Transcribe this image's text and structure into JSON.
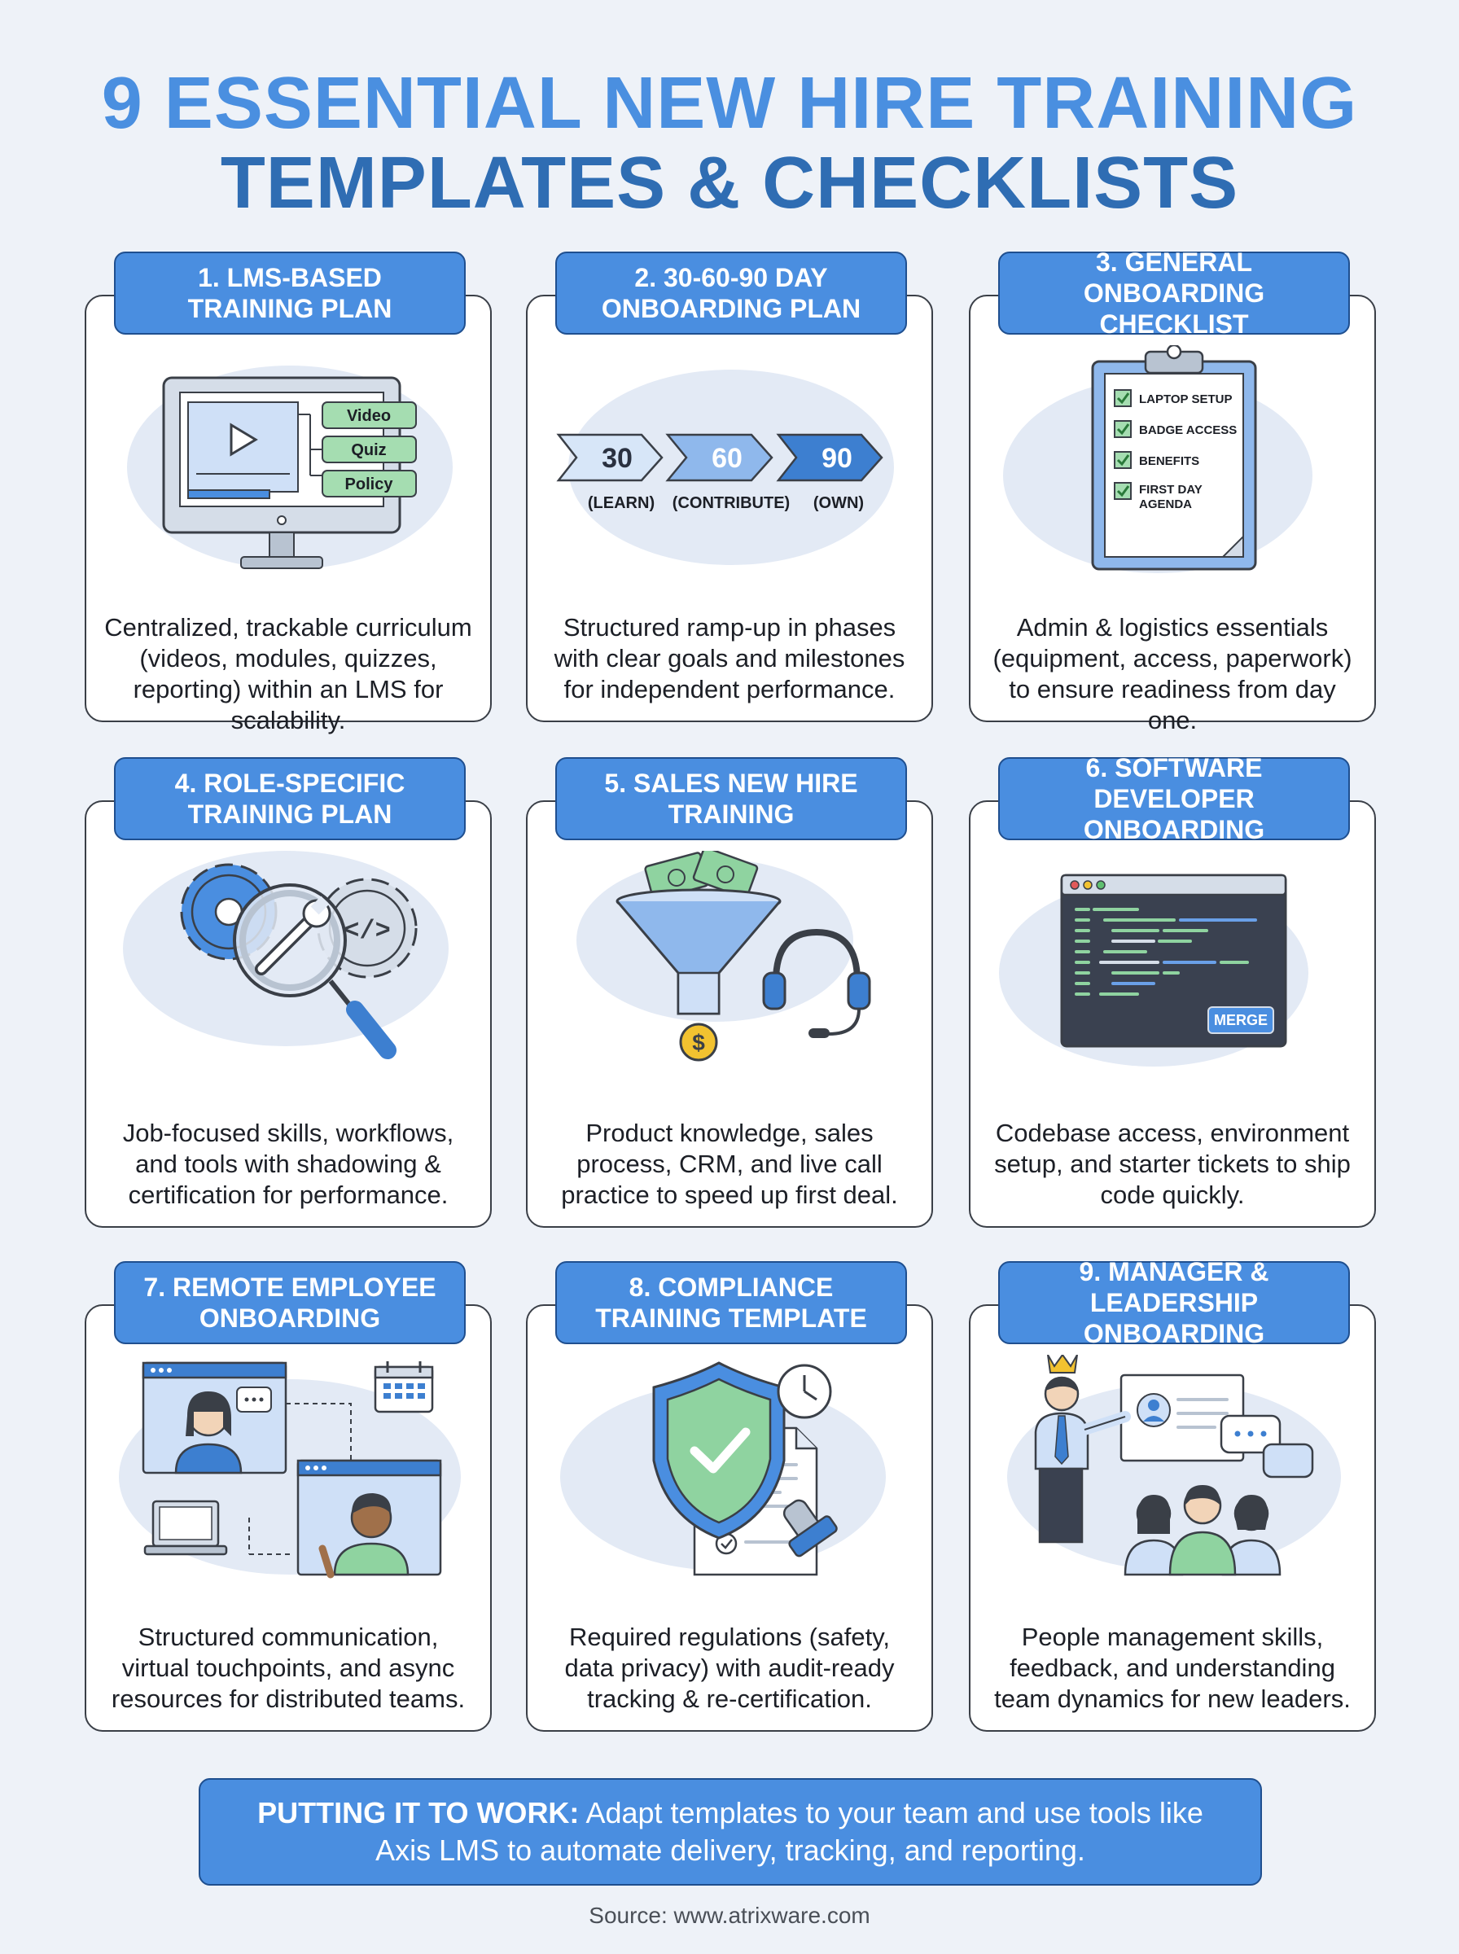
{
  "title": {
    "line1": "9 ESSENTIAL NEW HIRE TRAINING",
    "line2": "TEMPLATES & CHECKLISTS"
  },
  "cards": [
    {
      "title_line1": "1. LMS-BASED",
      "title_line2": "TRAINING PLAN",
      "description": "Centralized, trackable curriculum (videos, modules, quizzes, reporting) within an LMS for scalability.",
      "labels": [
        "Video",
        "Quiz",
        "Policy"
      ]
    },
    {
      "title_line1": "2. 30-60-90 DAY",
      "title_line2": "ONBOARDING PLAN",
      "description": "Structured ramp-up in phases with clear goals and milestones for independent performance.",
      "phases": [
        {
          "num": "30",
          "label": "(LEARN)"
        },
        {
          "num": "60",
          "label": "(CONTRIBUTE)"
        },
        {
          "num": "90",
          "label": "(OWN)"
        }
      ]
    },
    {
      "title_line1": "3. GENERAL ONBOARDING",
      "title_line2": "CHECKLIST",
      "description": "Admin & logistics essentials (equipment, access, paperwork) to ensure readiness from day one.",
      "checklist": [
        "LAPTOP SETUP",
        "BADGE ACCESS",
        "BENEFITS",
        "FIRST DAY",
        "AGENDA"
      ]
    },
    {
      "title_line1": "4. ROLE-SPECIFIC",
      "title_line2": "TRAINING PLAN",
      "description": "Job-focused skills, workflows, and tools with shadowing & certification for performance."
    },
    {
      "title_line1": "5. SALES NEW HIRE",
      "title_line2": "TRAINING",
      "description": "Product knowledge, sales process, CRM, and live call practice to speed up first deal.",
      "coin": "$"
    },
    {
      "title_line1": "6. SOFTWARE DEVELOPER",
      "title_line2": "ONBOARDING",
      "description": "Codebase access, environment setup, and starter tickets to ship code quickly.",
      "button": "MERGE"
    },
    {
      "title_line1": "7. REMOTE EMPLOYEE",
      "title_line2": "ONBOARDING",
      "description": "Structured communication, virtual touchpoints, and async resources for distributed teams."
    },
    {
      "title_line1": "8. COMPLIANCE",
      "title_line2": "TRAINING TEMPLATE",
      "description": "Required regulations (safety, data privacy) with audit-ready tracking & re-certification."
    },
    {
      "title_line1": "9. MANAGER & LEADERSHIP",
      "title_line2": "ONBOARDING",
      "description": "People management skills, feedback, and understanding team dynamics for new leaders."
    }
  ],
  "banner": {
    "label": "PUTTING IT TO WORK:",
    "text": "Adapt templates to your team and use tools like Axis LMS to automate delivery, tracking, and reporting."
  },
  "source": "Source: www.atrixware.com",
  "colors": {
    "accent": "#4a8ee0",
    "title_light": "#4a8fe0",
    "title_dark": "#2f6db3",
    "background": "#eef2f8",
    "green": "#8fd3a0"
  }
}
